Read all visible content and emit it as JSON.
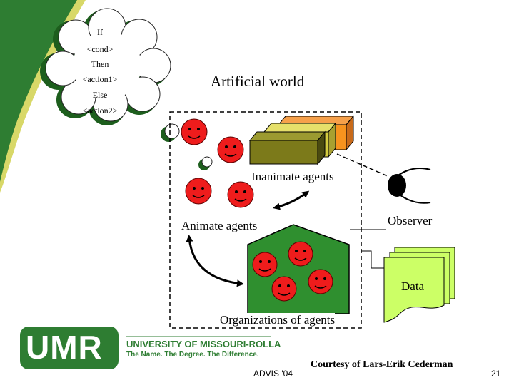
{
  "thought": {
    "line1": "If",
    "line2": "<cond>",
    "line3": "Then",
    "line4": "<action1>",
    "line5": "Else",
    "line6": "<action2>"
  },
  "world_label": "Artificial world",
  "inanimate_label": "Inanimate agents",
  "animate_label": "Animate agents",
  "observer_label": "Observer",
  "data_label": "Data",
  "organizations_label": "Organizations of agents",
  "footer": {
    "logo_text": "UMR",
    "university": "UNIVERSITY OF MISSOURI-ROLLA",
    "tagline": "The Name. The Degree. The Difference.",
    "course": "ADVIS '04",
    "credit": "Courtesy of Lars-Erik Cederman",
    "page": "21"
  },
  "colors": {
    "green": "#2e7d32",
    "yellow_accent": "#d4d44a",
    "face_red": "#ee1c1c",
    "org_green": "#2f8f2f",
    "data_green": "#ccff66"
  }
}
